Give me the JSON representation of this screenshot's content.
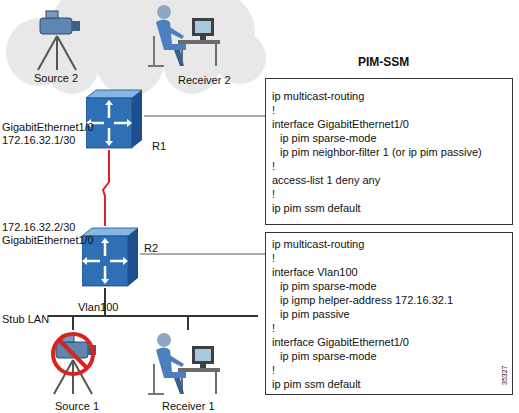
{
  "diagram": {
    "title": "PIM-SSM",
    "nodes": [
      {
        "text": [
          "Source 2"
        ]
      },
      {
        "text": [
          "Receiver 2"
        ]
      },
      {
        "text": [
          "R1"
        ]
      },
      {
        "text": [
          "ip multicast-routing",
          "!",
          "interface GigabitEthernet1/0",
          "ip pim sparse-mode",
          "ip pim neighbor-filter 1 (or ip pim passive)",
          "!",
          "access-list 1 deny any",
          "!",
          "ip pim ssm default"
        ]
      },
      {
        "text": [
          "R2"
        ]
      },
      {
        "text": [
          "ip multicast-routing",
          "!",
          "interface Vlan100",
          "ip pim sparse-mode",
          "ip igmp helper-address 172.16.32.1",
          "ip pim passive",
          "!",
          "interface GigabitEthernet1/0",
          "ip pim sparse-mode",
          "!",
          "ip pim ssm default"
        ]
      },
      {
        "text": [
          "Source 1"
        ]
      },
      {
        "text": [
          "Receiver 1"
        ]
      }
    ],
    "edges": [
      {
        "from": 2,
        "to": 4,
        "arrow": "none"
      },
      {
        "from": 2,
        "to": 3,
        "arrow": "none"
      },
      {
        "from": 4,
        "to": 5,
        "arrow": "none"
      },
      {
        "from": 4,
        "to": 6,
        "arrow": "none"
      },
      {
        "from": 4,
        "to": 7,
        "arrow": "none"
      }
    ],
    "labels": [
      "GigabitEthernet1/0",
      "172.16.32.1/30",
      "172.16.32.2/30",
      "GigabitEthernet1/0",
      "Vlan100",
      "Stub LAN",
      "35327"
    ]
  }
}
